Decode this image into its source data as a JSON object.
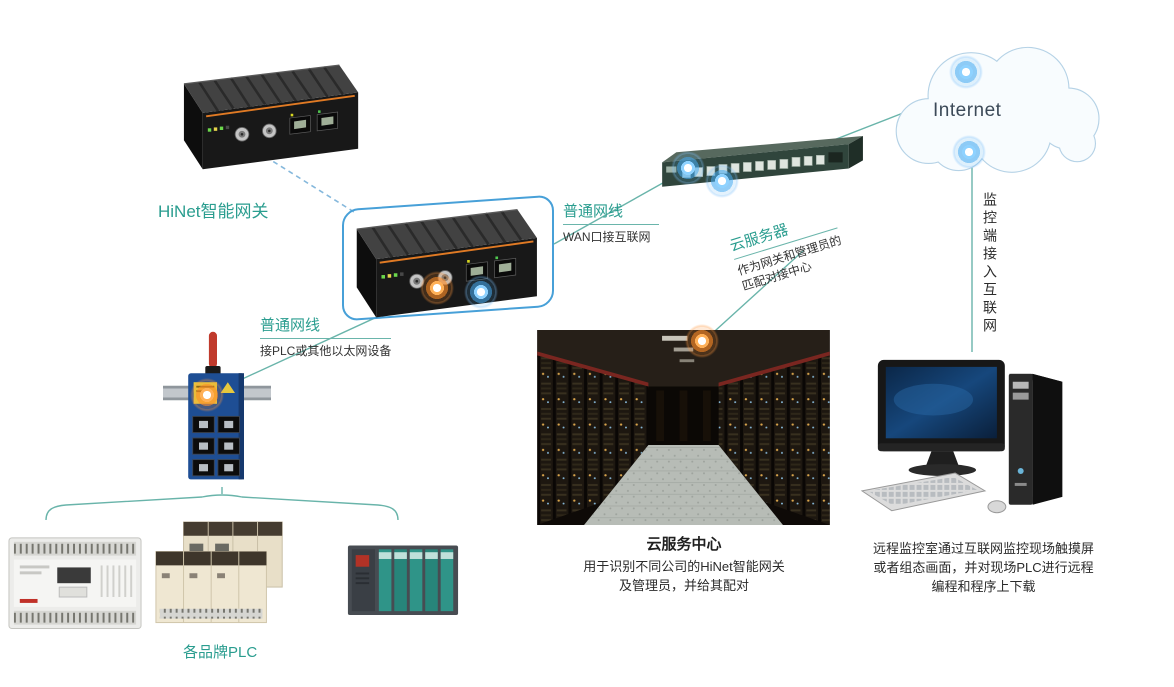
{
  "colors": {
    "teal_label": "#2a9d8f",
    "connector_line": "#6ab5ab",
    "highlight_box": "#47a0d8",
    "glow_orange": "#ff8c28",
    "glow_blue": "#5cc0ff"
  },
  "labels": {
    "hinet_gateway": "HiNet智能网关",
    "internet": "Internet",
    "monitor_link": "监控端接入互联网",
    "plc_group": "各品牌PLC"
  },
  "callouts": {
    "cable_wan": {
      "title": "普通网线",
      "subtitle": "WAN口接互联网"
    },
    "cable_lan": {
      "title": "普通网线",
      "subtitle": "接PLC或其他以太网设备"
    },
    "cloud_server": {
      "title": "云服务器",
      "line1": "作为网关和管理员的",
      "line2": "匹配对接中心"
    }
  },
  "captions": {
    "cloud_center": {
      "title": "云服务中心",
      "line1": "用于识别不同公司的HiNet智能网关",
      "line2": "及管理员，并给其配对"
    },
    "remote_room": {
      "line1": "远程监控室通过互联网监控现场触摸屏",
      "line2": "或者组态画面，并对现场PLC进行远程",
      "line3": "编程和程序上下载"
    }
  }
}
